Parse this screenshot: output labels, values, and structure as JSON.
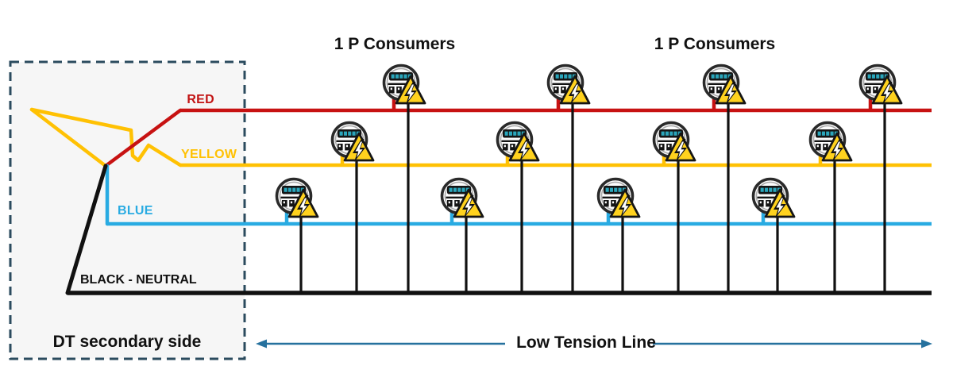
{
  "diagram": {
    "type": "electrical-distribution-diagram",
    "titles": {
      "consumers_group_left": "1 P Consumers",
      "consumers_group_right": "1 P Consumers"
    },
    "transformer_box": {
      "label": "DT secondary side"
    },
    "phase_labels": {
      "red": "RED",
      "yellow": "YELLOW",
      "blue": "BLUE",
      "neutral": "BLACK - NEUTRAL"
    },
    "bottom_axis": {
      "label": "Low Tension Line"
    },
    "colors": {
      "red_phase": "#c71212",
      "yellow_phase": "#ffc103",
      "blue_phase": "#29abe2",
      "neutral": "#111111",
      "arrow": "#26719e",
      "box_border": "#2b4b5e",
      "box_fill": "#f6f6f6",
      "meter_display_teal": "#2aa6bb",
      "warning_triangle": "#ffd21e"
    },
    "meters": {
      "count": 12,
      "per_phase": 4,
      "items": [
        {
          "group": 1,
          "phase": "blue"
        },
        {
          "group": 1,
          "phase": "yellow"
        },
        {
          "group": 1,
          "phase": "red"
        },
        {
          "group": 2,
          "phase": "blue"
        },
        {
          "group": 2,
          "phase": "yellow"
        },
        {
          "group": 2,
          "phase": "red"
        },
        {
          "group": 3,
          "phase": "blue"
        },
        {
          "group": 3,
          "phase": "yellow"
        },
        {
          "group": 3,
          "phase": "red"
        },
        {
          "group": 4,
          "phase": "blue"
        },
        {
          "group": 4,
          "phase": "yellow"
        },
        {
          "group": 4,
          "phase": "red"
        }
      ]
    }
  }
}
